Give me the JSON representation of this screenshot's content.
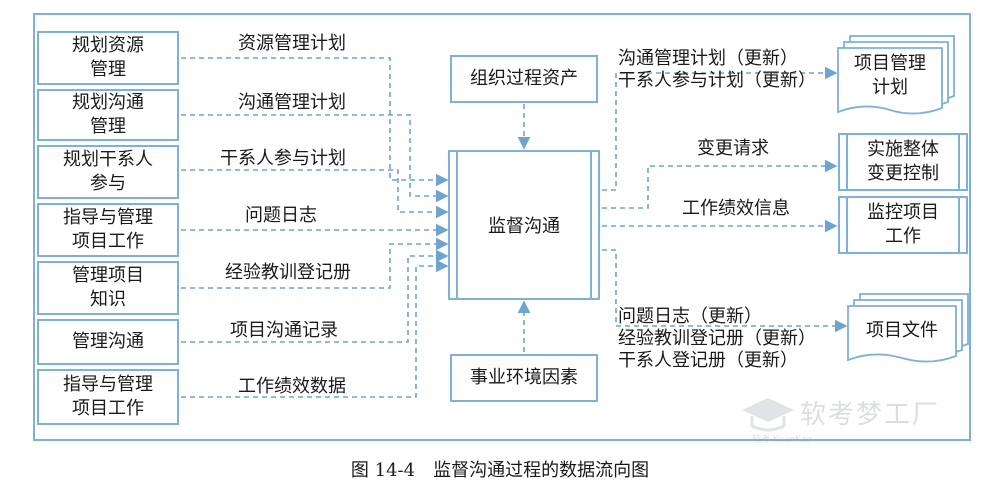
{
  "inputs": [
    {
      "process": "规划资源\n管理",
      "flow": "资源管理计划"
    },
    {
      "process": "规划沟通\n管理",
      "flow": "沟通管理计划"
    },
    {
      "process": "规划干系人\n参与",
      "flow": "干系人参与计划"
    },
    {
      "process": "指导与管理\n项目工作",
      "flow": "问题日志"
    },
    {
      "process": "管理项目\n知识",
      "flow": "经验教训登记册"
    },
    {
      "process": "管理沟通",
      "flow": "项目沟通记录"
    },
    {
      "process": "指导与管理\n项目工作",
      "flow": "工作绩效数据"
    }
  ],
  "center": {
    "top": "组织过程资产",
    "main": "监督沟通",
    "bottom": "事业环境因素"
  },
  "outputs": [
    {
      "flow": "沟通管理计划（更新）\n干系人参与计划（更新）",
      "target": "项目管理\n计划",
      "target_type": "document"
    },
    {
      "flow": "变更请求",
      "target": "实施整体\n变更控制",
      "target_type": "process"
    },
    {
      "flow": "工作绩效信息",
      "target": "监控项目\n工作",
      "target_type": "process"
    },
    {
      "flow": "问题日志（更新）\n经验教训登记册（更新）\n干系人登记册（更新）",
      "target": "项目文件",
      "target_type": "document"
    }
  ],
  "caption": "图 14-4　监督沟通过程的数据流向图",
  "watermark": {
    "name": "软考梦工厂",
    "sub": "软考 KuanKao"
  },
  "colors": {
    "border": "#7fb0d8",
    "arrow": "#6fa3d0",
    "text": "#1a1a1a"
  }
}
